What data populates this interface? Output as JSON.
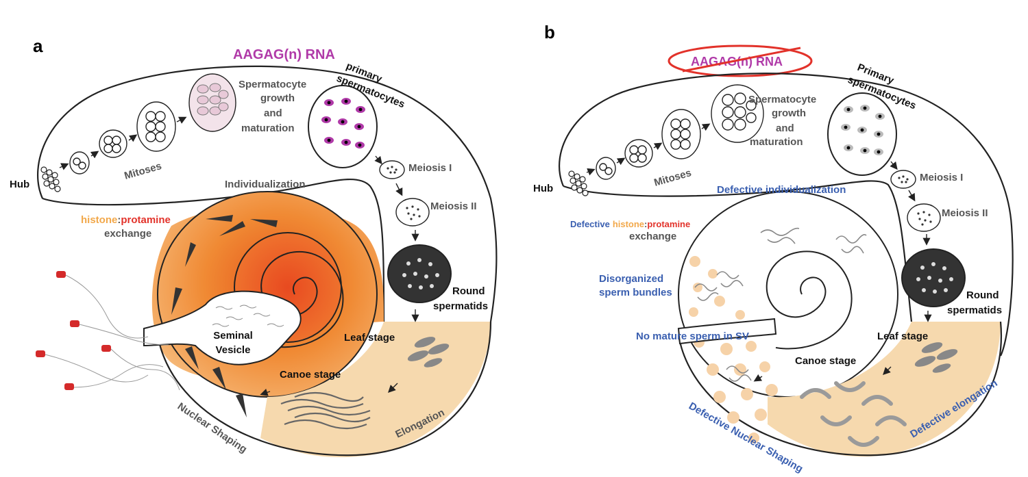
{
  "colors": {
    "magenta": "#b03aa8",
    "orange_dark": "#e86a1a",
    "orange_mid": "#f4a04a",
    "orange_light": "#f6d7a8",
    "histone": "#f2a84a",
    "protamine": "#e2322a",
    "blue": "#3a5fb0",
    "red_circle": "#e2322a",
    "gray_text": "#555555"
  },
  "panel_a": {
    "letter": "a",
    "rna_label": "AAGAG(n) RNA",
    "hub": "Hub",
    "mitoses": "Mitoses",
    "growth_line1": "Spermatocyte",
    "growth_line2": "growth",
    "growth_line3": "and",
    "growth_line4": "maturation",
    "primary_line1": "primary",
    "primary_line2": "spermatocytes",
    "meiosis1": "Meiosis I",
    "meiosis2": "Meiosis II",
    "round_line1": "Round",
    "round_line2": "spermatids",
    "individualization": "Individualization",
    "histone": "histone",
    "colon": ":",
    "protamine": "protamine",
    "exchange": "exchange",
    "sv_line1": "Seminal",
    "sv_line2": "Vesicle",
    "leaf_stage": "Leaf stage",
    "canoe_stage": "Canoe stage",
    "nuclear_shaping": "Nuclear Shaping",
    "elongation": "Elongation"
  },
  "panel_b": {
    "letter": "b",
    "rna_label": "AAGAG(n) RNA",
    "hub": "Hub",
    "mitoses": "Mitoses",
    "growth_line1": "Spermatocyte",
    "growth_line2": "growth",
    "growth_line3": "and",
    "growth_line4": "maturation",
    "primary_line1": "Primary",
    "primary_line2": "spermatocytes",
    "meiosis1": "Meiosis I",
    "meiosis2": "Meiosis II",
    "round_line1": "Round",
    "round_line2": "spermatids",
    "defective_individualization": "Defective individualization",
    "defective": "Defective",
    "histone": "histone",
    "colon": ":",
    "protamine": "protamine",
    "exchange": "exchange",
    "disorganized_line1": "Disorganized",
    "disorganized_line2": "sperm bundles",
    "no_mature": "No mature sperm in SV",
    "leaf_stage": "Leaf stage",
    "canoe_stage": "Canoe stage",
    "defective_nuclear_shaping": "Defective Nuclear Shaping",
    "defective_elongation": "Defective elongation"
  }
}
